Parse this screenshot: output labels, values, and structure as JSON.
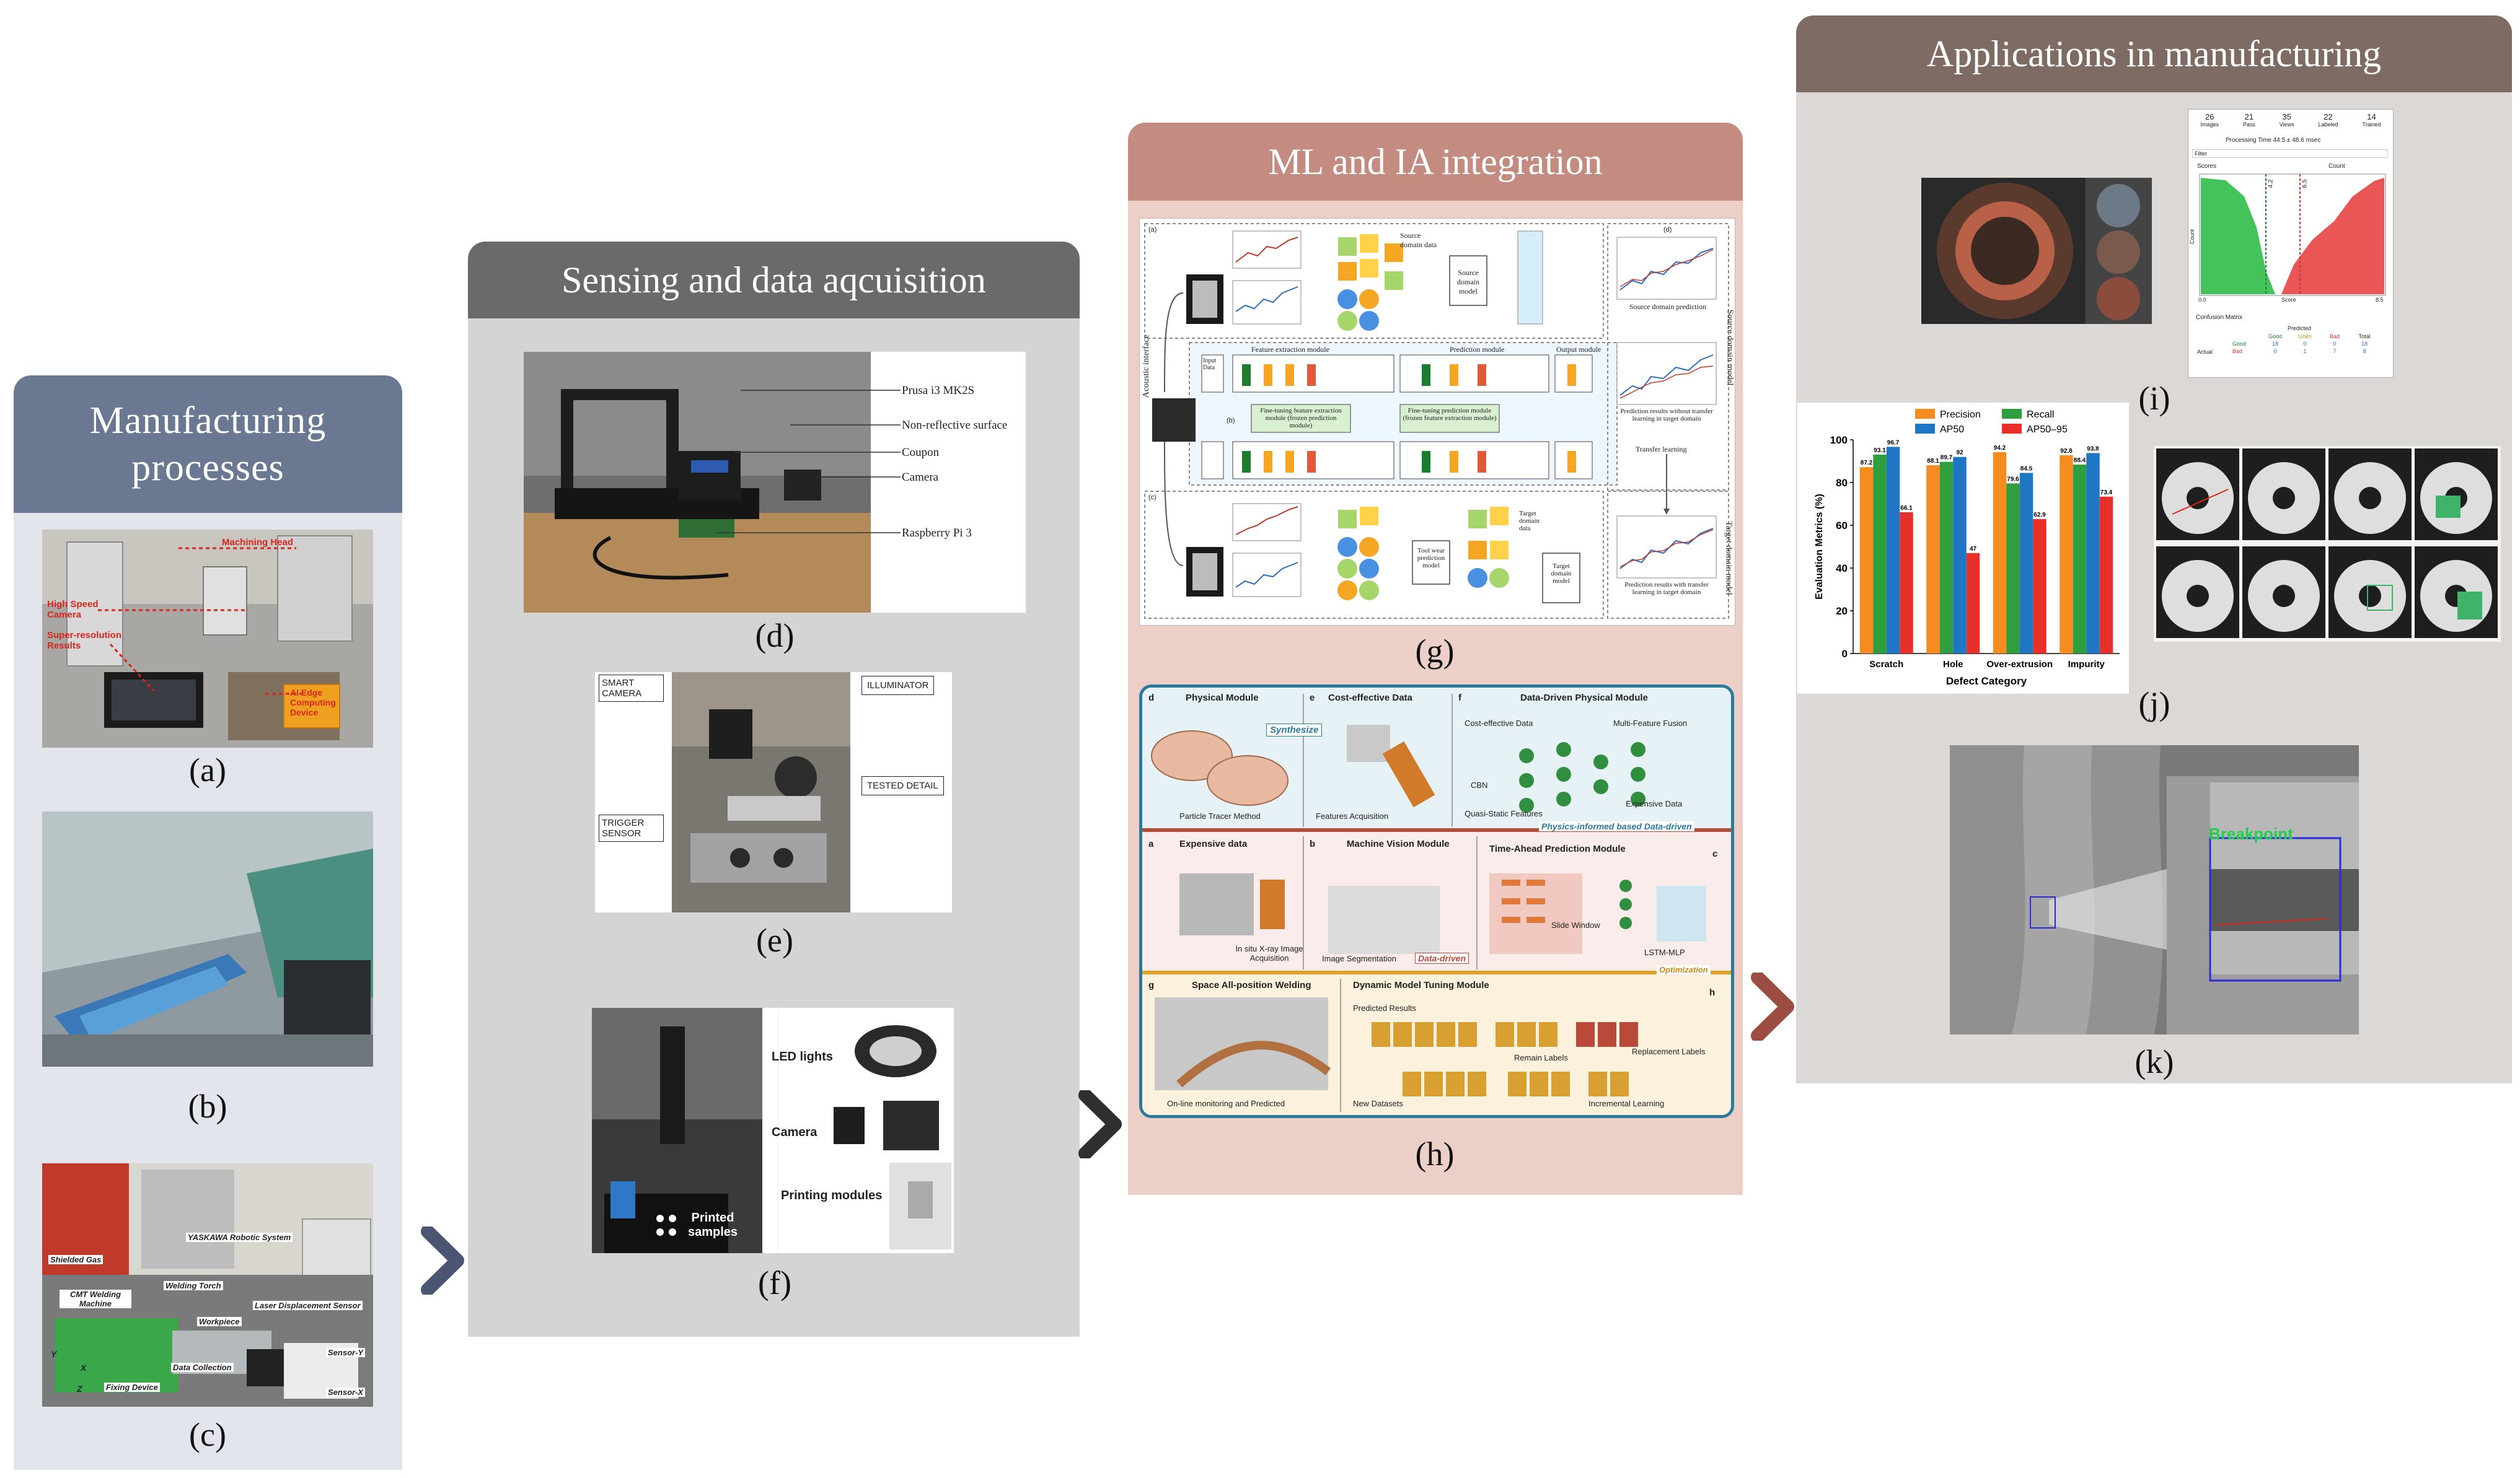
{
  "panels": {
    "manufacturing": {
      "title_line1": "Manufacturing",
      "title_line2": "processes",
      "labels": [
        "(a)",
        "(b)",
        "(c)"
      ],
      "photo_a": {
        "annotations": [
          "Machining Head",
          "High Speed Camera",
          "Super-resolution Results",
          "AI Edge Computing Device"
        ]
      },
      "photo_c": {
        "annotations": [
          "Shielded Gas",
          "YASKAWA Robotic System",
          "CMT Welding Machine",
          "Welding Torch",
          "Laser Displacement Sensor",
          "Workpiece",
          "Sensor-Y",
          "Data Collection",
          "Fixing Device",
          "Sensor-X",
          "Y",
          "X",
          "Z"
        ]
      }
    },
    "sensing": {
      "title": "Sensing and data aqcuisition",
      "labels": [
        "(d)",
        "(e)",
        "(f)"
      ],
      "photo_d": {
        "annotations": [
          "Prusa i3 MK2S",
          "Non-reflective surface",
          "Coupon",
          "Camera",
          "Raspberry Pi 3"
        ]
      },
      "photo_e": {
        "annotations": [
          "SMART CAMERA",
          "ILLUMINATOR",
          "TESTED DETAIL",
          "TRIGGER SENSOR"
        ]
      },
      "photo_f": {
        "annotations": [
          "LED lights",
          "Camera",
          "Printing modules",
          "Printed samples"
        ]
      }
    },
    "ml": {
      "title": "ML and IA integration",
      "labels": [
        "(g)",
        "(h)"
      ],
      "fig_g": {
        "side_label": "Acoustic interface",
        "right_top": "Source domain model",
        "right_bottom": "Target domain model",
        "texts": [
          "Source domain data",
          "Source domain model",
          "Feature extraction module",
          "Prediction module",
          "Output module",
          "Fine-tuning feature extraction module (frozen prediction module)",
          "Fine-tuning prediction module (frozen feature extraction module)",
          "Source domain prediction",
          "Prediction results without transfer learning in target domain",
          "Transfer learning",
          "Tool wear prediction model",
          "Target domain data",
          "Target domain model",
          "Prediction results with transfer learning in target domain",
          "Input Data",
          "(a)",
          "(b)",
          "(c)",
          "(d)"
        ]
      },
      "fig_h": {
        "top_modules": [
          "Physical Module",
          "Cost-effective Data",
          "Data-Driven Physical Module"
        ],
        "top_letters": [
          "d",
          "e",
          "f"
        ],
        "top_texts": [
          "Synthesize",
          "Particle Tracer Method",
          "Features Acquisition",
          "Cost-effective Data",
          "Multi-Feature Fusion",
          "CBN",
          "Quasi-Static Features",
          "Expensive Data"
        ],
        "physics_tag": "Physics-informed based Data-driven",
        "mid_modules": [
          "Expensive data",
          "Machine Vision Module",
          "Time-Ahead Prediction Module"
        ],
        "mid_letters": [
          "a",
          "b",
          "c"
        ],
        "mid_texts": [
          "In situ X-ray Image Acquisition",
          "Image Segmentation",
          "Data-driven",
          "Slide Window",
          "LSTM-MLP",
          "Optimization"
        ],
        "bottom_modules": [
          "Space All-position Welding",
          "Dynamic Model Tuning Module"
        ],
        "bottom_letters": [
          "g",
          "h"
        ],
        "bottom_texts": [
          "Predicted Results",
          "Remain Labels",
          "Replacement Labels",
          "On-line monitoring and Predicted",
          "New Datasets",
          "Incremental Learning"
        ]
      }
    },
    "applications": {
      "title": "Applications in manufacturing",
      "labels": [
        "(i)",
        "(j)",
        "(k)"
      ],
      "fig_i": {
        "stats_values": [
          "26",
          "21",
          "35",
          "22",
          "14"
        ],
        "stats_labels": [
          "Images",
          "Pass",
          "Views",
          "Labeled",
          "Trained"
        ],
        "processing": "Processing Time 44.5 ± 48.6 msec",
        "filter": "Filter",
        "scores_label": "Scores",
        "count_label": "Count",
        "x_ticks": [
          "0.0",
          "Score",
          "8.5"
        ],
        "threshold_left": "4.2",
        "threshold_right": "6.5",
        "y_label": "Count",
        "confusion_title": "Confusion Matrix",
        "confusion_header": [
          "Good",
          "Unkn",
          "Bad",
          "Total"
        ],
        "confusion_rows": [
          {
            "label": "Good",
            "values": [
              "18",
              "0",
              "0",
              "18"
            ]
          },
          {
            "label": "Bad",
            "values": [
              "0",
              "1",
              "7",
              "8"
            ]
          }
        ],
        "actual": "Actual",
        "predicted": "Predicted"
      },
      "fig_k": {
        "annotation": "Breakpoint"
      }
    }
  },
  "chart_data": {
    "type": "bar",
    "title": "",
    "xlabel": "Defect Category",
    "ylabel": "Evaluation Metrics (%)",
    "ylim": [
      0,
      100
    ],
    "y_ticks": [
      "0",
      "20",
      "40",
      "60",
      "80",
      "100"
    ],
    "grid": false,
    "legend_position": "top",
    "categories": [
      "Scratch",
      "Hole",
      "Over-extrusion",
      "Impurity"
    ],
    "series": [
      {
        "name": "Precision",
        "color": "#f68b1f",
        "values": [
          87.2,
          88.1,
          94.2,
          92.8
        ],
        "labels": [
          "87.2",
          "88.1",
          "94.2",
          "92.8"
        ]
      },
      {
        "name": "Recall",
        "color": "#2e9e3e",
        "values": [
          93.1,
          89.7,
          79.6,
          88.4
        ],
        "labels": [
          "93.1",
          "89.7",
          "79.6",
          "88.4"
        ]
      },
      {
        "name": "AP50",
        "color": "#1f77c4",
        "values": [
          96.7,
          92,
          84.5,
          93.8
        ],
        "labels": [
          "96.7",
          "92",
          "84.5",
          "93.8"
        ]
      },
      {
        "name": "AP50–95",
        "color": "#e8302a",
        "values": [
          66.1,
          47,
          62.9,
          73.4
        ],
        "labels": [
          "66.1",
          "47",
          "62.9",
          "73.4"
        ]
      }
    ]
  },
  "colors": {
    "manufacturing_header": "#6b7892",
    "manufacturing_body": "#e3e5ec",
    "sensing_header": "#6a6a6a",
    "sensing_body": "#d4d4d4",
    "ml_header": "#c48b80",
    "ml_body": "#ecd0c8",
    "applications_header": "#7d6b64",
    "applications_body": "#dcd8d6",
    "arrow_blue": "#4a5572",
    "arrow_dark": "#2f2f2f",
    "arrow_red": "#9a4d40"
  }
}
